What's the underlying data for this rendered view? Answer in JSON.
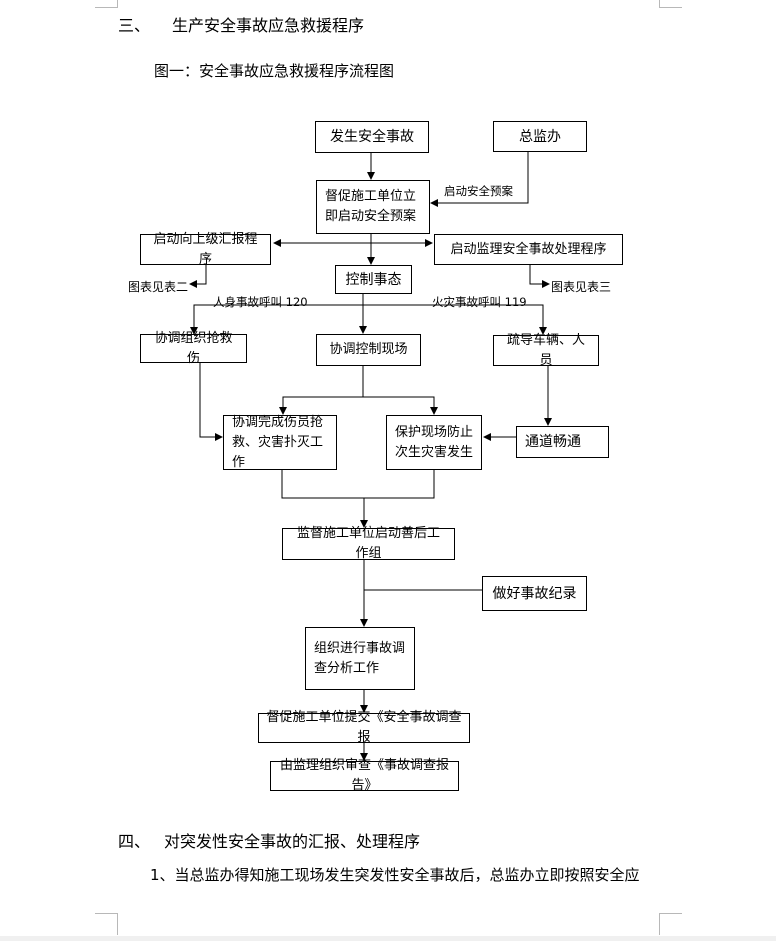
{
  "section3": {
    "number": "三、",
    "title": "生产安全事故应急救援程序"
  },
  "figure_caption": "图一：安全事故应急救援程序流程图",
  "flow": {
    "occur": "发生安全事故",
    "chief": "总监办",
    "urge_plan_1": "督促施工单位立",
    "urge_plan_2": "即启动安全预案",
    "start_plan_label": "启动安全预案",
    "report_up": "启动向上级汇报程序",
    "supervise_proc": "启动监理安全事故处理程序",
    "see_table2": "图表见表二",
    "see_table3": "图表见表三",
    "control": "控制事态",
    "injury_call": "人身事故呼叫 120",
    "fire_call": "火灾事故呼叫 119",
    "coord_rescue": "协调组织抢救伤",
    "coord_control": "协调控制现场",
    "evacuate": "疏导车辆、人员",
    "complete_1": "协调完成伤员抢",
    "complete_2": "救、灾害扑灭工作",
    "protect_1": "保护现场防止",
    "protect_2": "次生灾害发生",
    "clear": "通道畅通",
    "aftermath": "监督施工单位启动善后工作组",
    "record": "做好事故纪录",
    "investigate_1": "组织进行事故调",
    "investigate_2": "查分析工作",
    "submit": "督促施工单位提交《安全事故调查报",
    "review": "由监理组织审查《事故调查报告》"
  },
  "section4": {
    "number": "四、",
    "title": "对突发性安全事故的汇报、处理程序"
  },
  "paragraph1": "1、当总监办得知施工现场发生突发性安全事故后，总监办立即按照安全应"
}
